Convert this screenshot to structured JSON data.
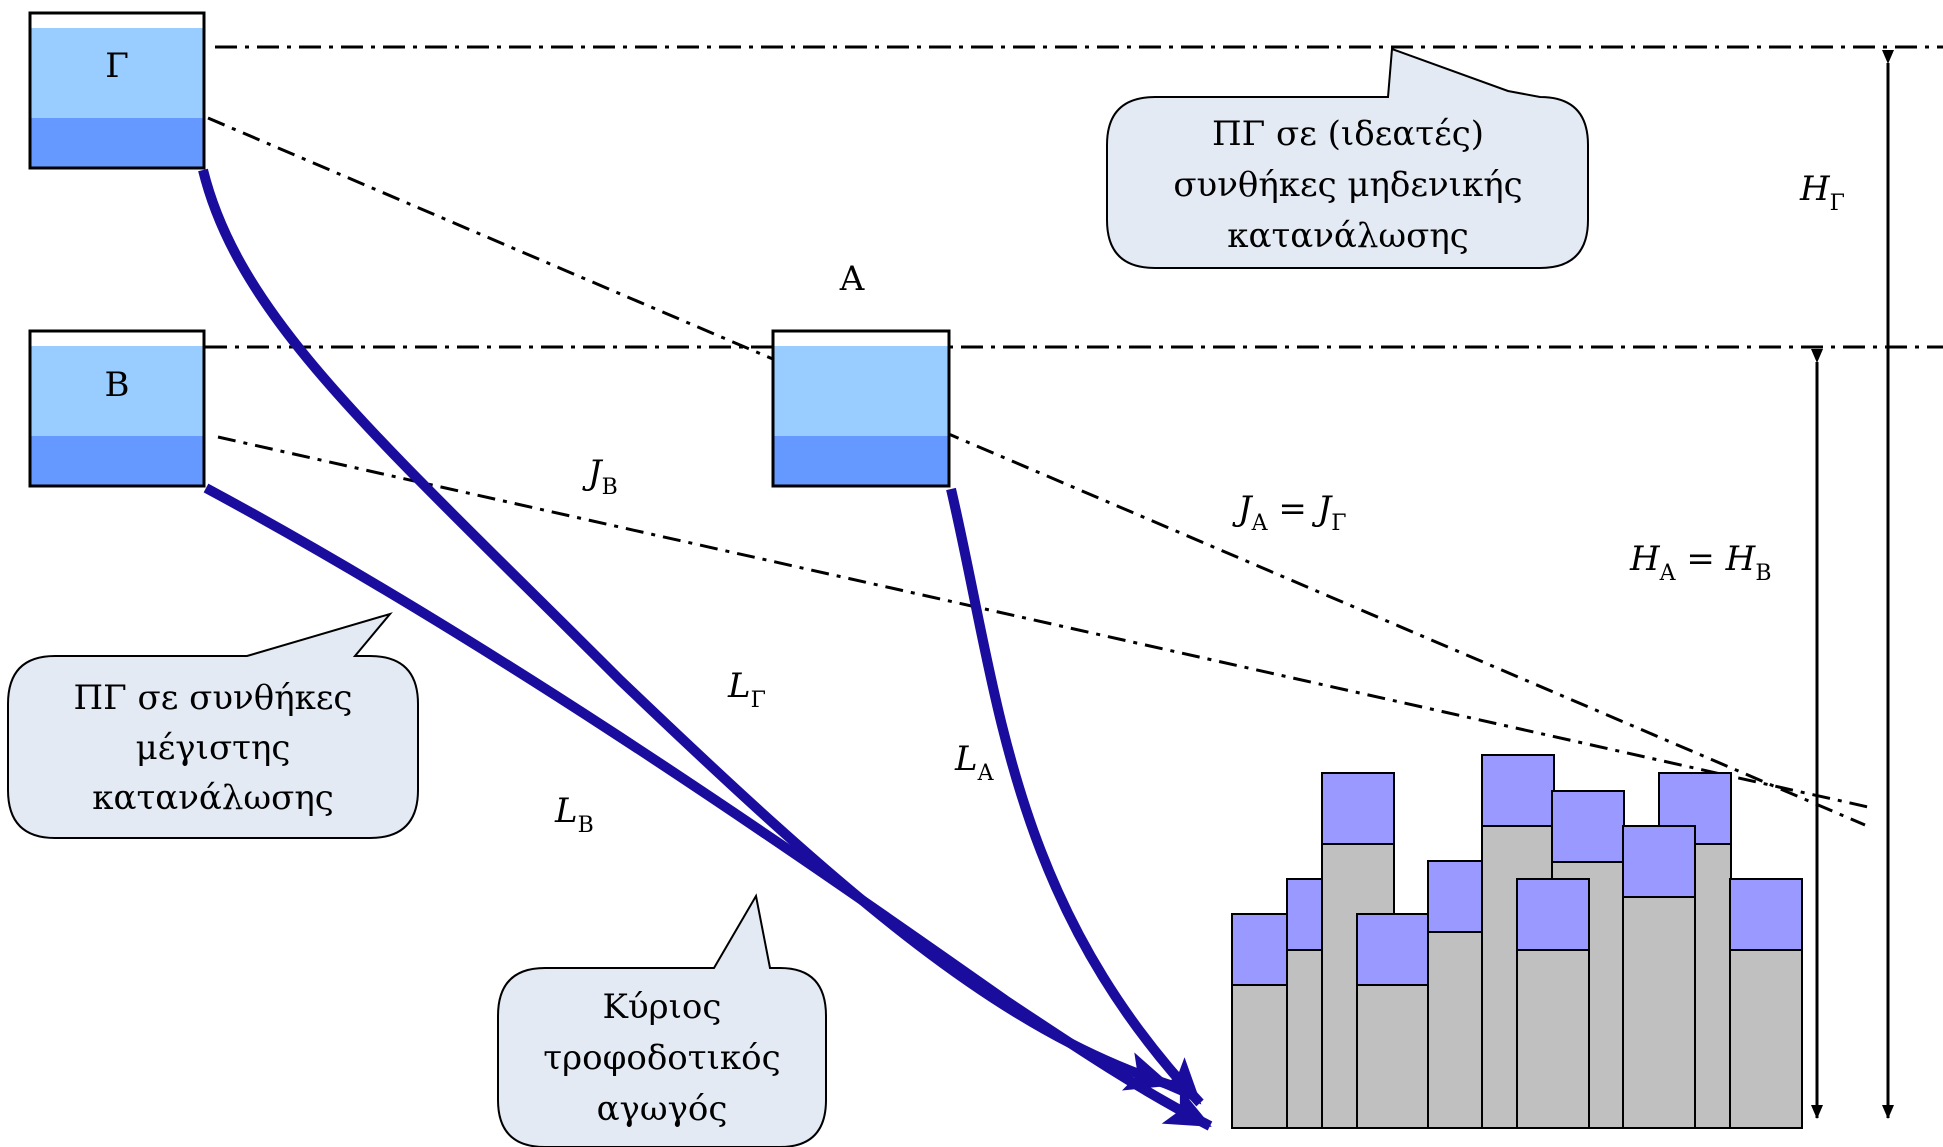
{
  "tanks": {
    "gamma": {
      "label": "Γ"
    },
    "beta": {
      "label": "Β"
    },
    "alpha": {
      "label": "Α"
    }
  },
  "callouts": {
    "zero_consumption": [
      "ΠΓ σε (ιδεατές)",
      "συνθήκες μηδενικής",
      "κατανάλωσης"
    ],
    "max_consumption": [
      "ΠΓ σε συνθήκες",
      "μέγιστης",
      "κατανάλωσης"
    ],
    "main_pipe": [
      "Κύριος",
      "τροφοδοτικός",
      "αγωγός"
    ]
  },
  "labels": {
    "H_gamma": {
      "main": "H",
      "sub": "Γ"
    },
    "H_alpha_eq_H_beta": {
      "main1": "H",
      "sub1": "Α",
      "eq": " = ",
      "main2": "H",
      "sub2": "Β"
    },
    "J_beta": {
      "main": "J",
      "sub": "Β"
    },
    "J_alpha_eq_J_gamma": {
      "main1": "J",
      "sub1": "Α",
      "eq": " = ",
      "main2": "J",
      "sub2": "Γ"
    },
    "L_gamma": {
      "main": "L",
      "sub": "Γ"
    },
    "L_alpha": {
      "main": "L",
      "sub": "Α"
    },
    "L_beta": {
      "main": "L",
      "sub": "Β"
    }
  },
  "colors": {
    "water_light": "#99CCFF",
    "water_dark": "#6699FF",
    "pipe": "#1A0D9E",
    "callout_fill": "#E3EAF4",
    "building_roof": "#9999FF",
    "building_body": "#C0C0C0"
  }
}
